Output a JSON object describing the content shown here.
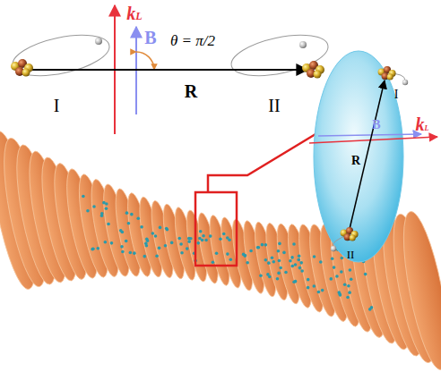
{
  "diagram": {
    "labels": [
      "kL",
      "B",
      "θ = π/2",
      "I",
      "R",
      "II",
      "I",
      "R",
      "B",
      "kL",
      "II"
    ]
  }
}
